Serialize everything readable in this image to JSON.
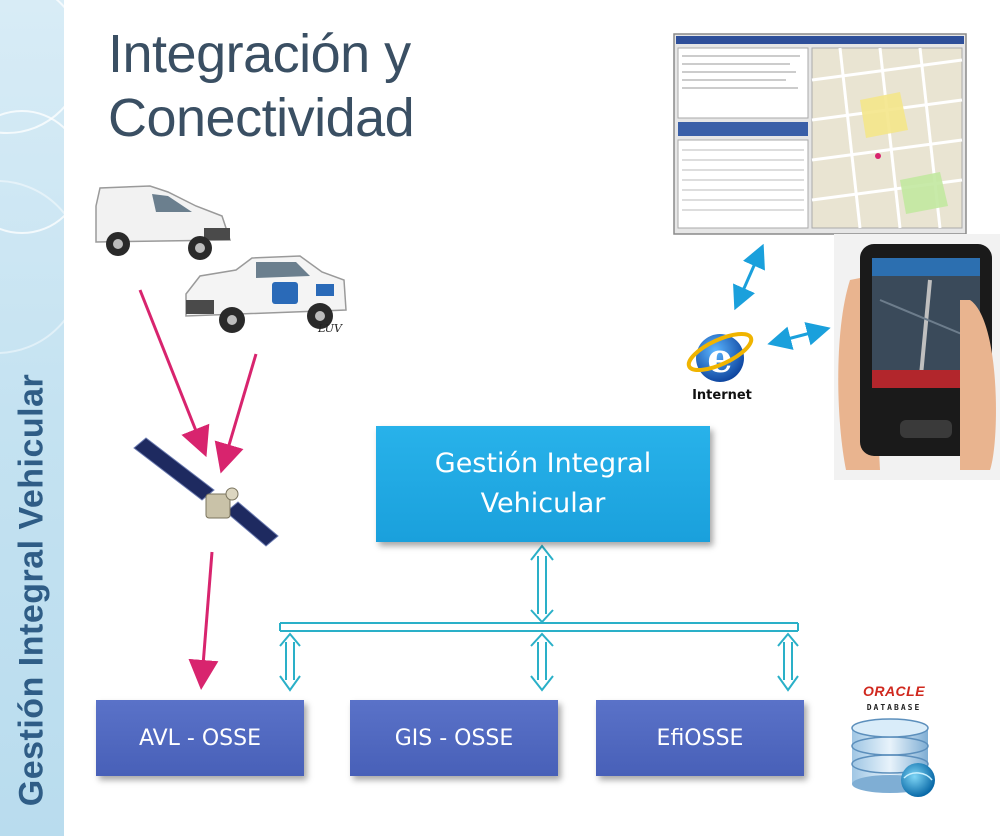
{
  "sidebar": {
    "title": "Gestión Integral Vehicular"
  },
  "slide": {
    "title_line1": "Integración y",
    "title_line2": "Conectividad"
  },
  "center_box": {
    "line1": "Gestión Integral",
    "line2": "Vehicular"
  },
  "bottom_boxes": [
    {
      "label": "AVL - OSSE"
    },
    {
      "label": "GIS - OSSE"
    },
    {
      "label": "EfiOSSE"
    }
  ],
  "internet": {
    "label": "Internet"
  },
  "oracle": {
    "word": "ORACLE",
    "sub": "DATABASE"
  },
  "vehicle": {
    "model_label": "LUV"
  },
  "colors": {
    "title": "#3a4f63",
    "sidebar_text": "#2f5d86",
    "center_box": "#1aa0dc",
    "bottom_box": "#4860b8",
    "arrow_pink": "#d8246e",
    "arrow_teal": "#1aa0dc",
    "connector": "#2ab0c8"
  }
}
